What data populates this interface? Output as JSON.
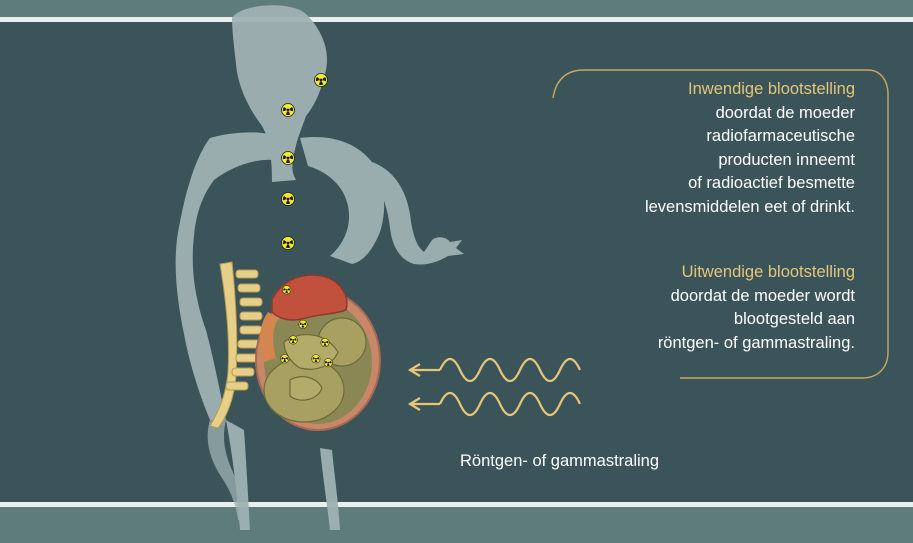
{
  "colors": {
    "background": "#5f7c7c",
    "panel": "#3b5459",
    "silhouette": "#9fb1b3",
    "heading": "#e5c57a",
    "bracket": "#c9a760",
    "text": "#ffffff",
    "radiation_symbol": "#f3ea2d"
  },
  "internal": {
    "heading": "Inwendige blootstelling",
    "lines": [
      "doordat de moeder",
      "radiofarmaceutische",
      "producten inneemt",
      "of radioactief besmette",
      "levensmiddelen eet of drinkt."
    ]
  },
  "external": {
    "heading": "Uitwendige blootstelling",
    "lines": [
      "doordat de moeder wordt",
      "blootgesteld aan",
      "röntgen- of gammastraling."
    ]
  },
  "radiation_label": "Röntgen- of gammastraling",
  "icons": [
    "radiation-symbol-icon",
    "wave-arrow-icon"
  ]
}
